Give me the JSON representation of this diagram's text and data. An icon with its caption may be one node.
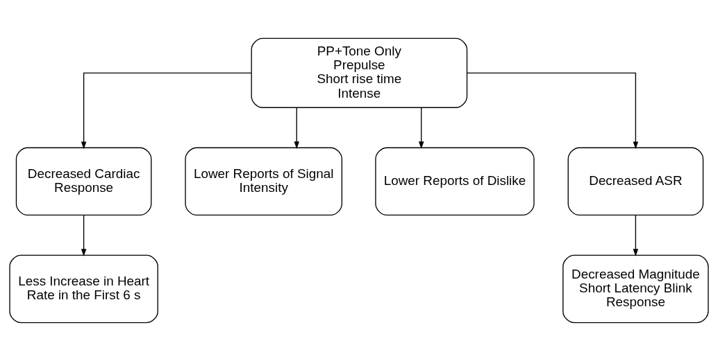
{
  "diagram": {
    "nodes": [
      {
        "text": [
          "PP+Tone Only",
          "Prepulse",
          "Short rise time",
          "Intense"
        ]
      },
      {
        "text": [
          "Decreased Cardiac Response"
        ]
      },
      {
        "text": [
          "Lower Reports of Signal Intensity"
        ]
      },
      {
        "text": [
          "Lower Reports of Dislike"
        ]
      },
      {
        "text": [
          "Decreased ASR"
        ]
      },
      {
        "text": [
          "Less Increase in Heart Rate in the First 6 s"
        ]
      },
      {
        "text": [
          "Decreased Magnitude Short Latency Blink Response"
        ]
      }
    ],
    "edges": [
      {
        "from": 0,
        "to": 1,
        "arrow": "to"
      },
      {
        "from": 0,
        "to": 2,
        "arrow": "to"
      },
      {
        "from": 0,
        "to": 3,
        "arrow": "to"
      },
      {
        "from": 0,
        "to": 4,
        "arrow": "to"
      },
      {
        "from": 1,
        "to": 5,
        "arrow": "to"
      },
      {
        "from": 4,
        "to": 6,
        "arrow": "to"
      }
    ]
  }
}
